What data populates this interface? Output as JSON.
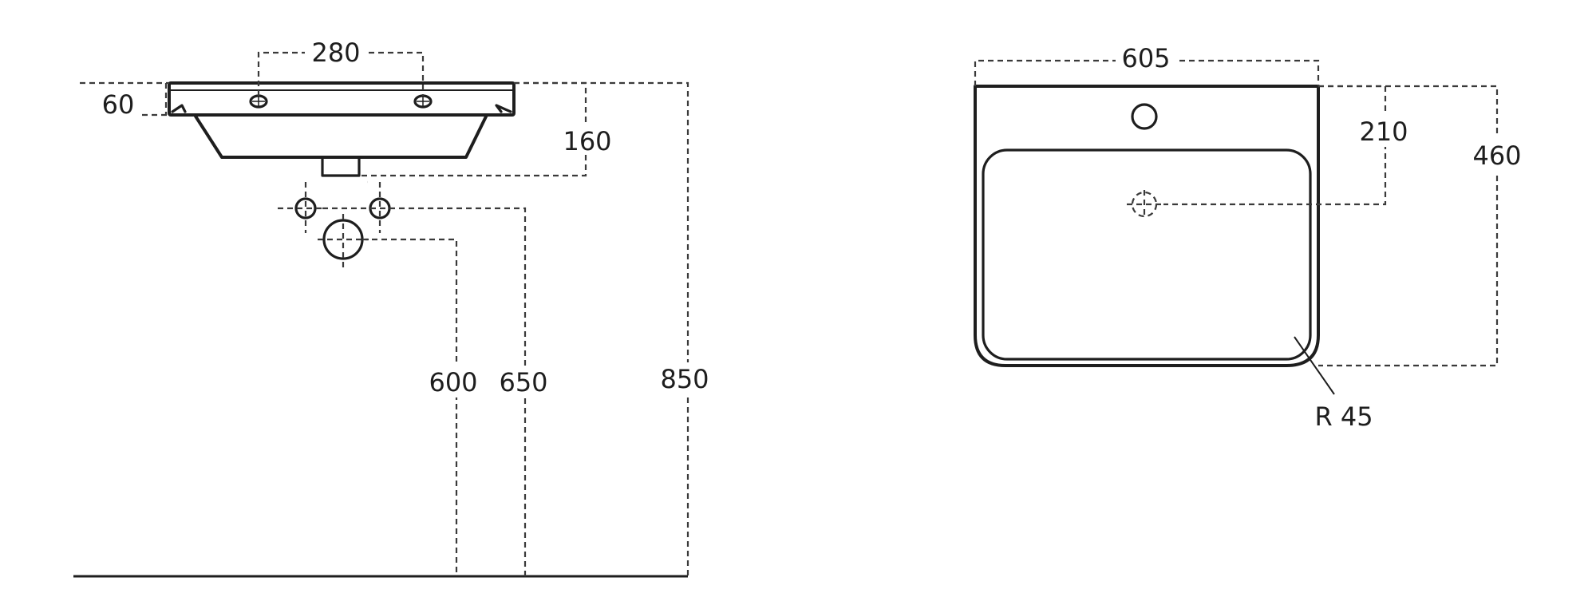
{
  "side_view": {
    "dim_tap_spacing": "280",
    "dim_rim_height": "60",
    "dim_bowl_depth": "160",
    "dim_waste_height": "600",
    "dim_supply_height": "650",
    "dim_total_height": "850"
  },
  "top_view": {
    "dim_width": "605",
    "dim_tap_hole_offset": "210",
    "dim_depth": "460",
    "dim_corner_radius": "R 45"
  }
}
